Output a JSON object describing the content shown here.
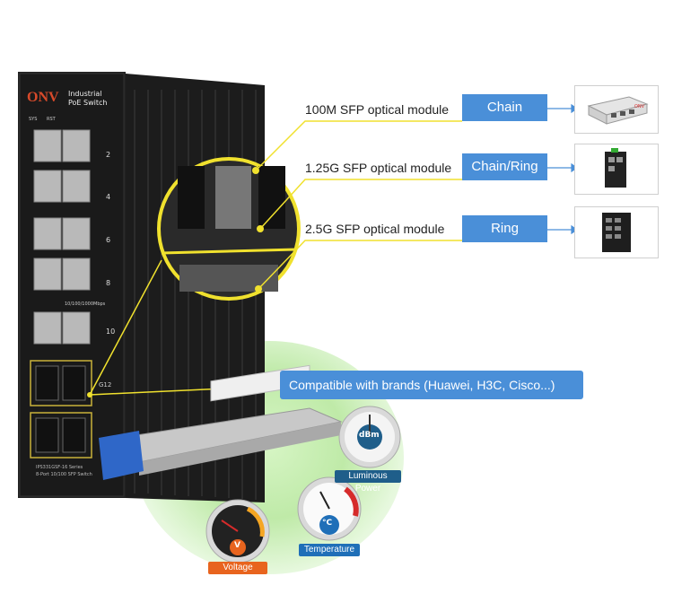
{
  "brand": {
    "logo": "ONV",
    "line1": "Industrial",
    "line2": "PoE Switch"
  },
  "switch_labels": {
    "sys": "SYS",
    "rst": "RST",
    "speed": "10/100/1000Mbps",
    "port_g12": "G12",
    "bottom1": "IPS331GSF-16 Series",
    "bottom2": "8-Port 10/100 SFP Switch"
  },
  "modules": [
    {
      "label": "100M SFP optical module",
      "tag": "Chain"
    },
    {
      "label": "1.25G SFP optical module",
      "tag": "Chain/Ring"
    },
    {
      "label": "2.5G SFP optical module",
      "tag": "Ring"
    }
  ],
  "compat": "Compatible with brands (Huawei, H3C, Cisco...)",
  "gauges": {
    "luminous": {
      "unit": "dBm",
      "label": "Luminous Power",
      "color": "#1f5e8a"
    },
    "temperature": {
      "unit": "°C",
      "label": "Temperature",
      "color": "#1f6fb8"
    },
    "voltage": {
      "unit": "V",
      "label": "Voltage",
      "color": "#e8641e"
    }
  }
}
